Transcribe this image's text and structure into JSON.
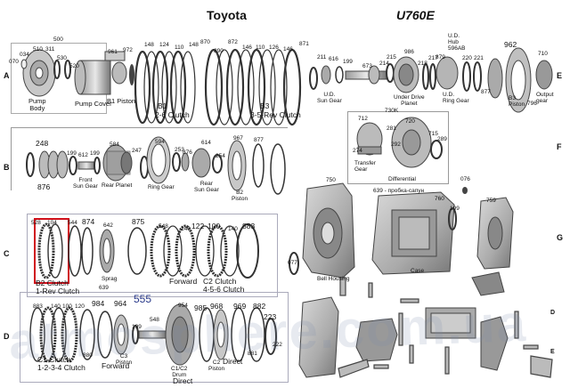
{
  "header": {
    "brand": "Toyota",
    "model": "U760E"
  },
  "row_markers": {
    "left": [
      "A",
      "B",
      "C",
      "D"
    ],
    "right": [
      "E",
      "F",
      "G",
      "D",
      "E"
    ]
  },
  "labels": {
    "pump_body": "Pump\nBody",
    "pump_cover": "Pump Cover",
    "b1_piston": "B1 Piston",
    "b1_clutch_title": "B1",
    "b1_clutch_sub": "2-6 Clutch",
    "b3_clutch_title": "B3",
    "b3_clutch_sub": "3-5-Rev Clutch",
    "ud_sun_gear": "U.D.\nSun Gear",
    "under_drive_planet": "Under Drive\nPlanet",
    "ud_hub": "U.D.\nHub\n596AB",
    "ud_ring_gear": "U.D.\nRing Gear",
    "b3_piston": "B3\nPiston",
    "output_gear": "Output\ngear",
    "front_sun_gear": "Front\nSun Gear",
    "rear_planet": "Rear Planet",
    "ring_gear": "Ring Gear",
    "rear_sun_gear": "Rear\nSun Gear",
    "b2_piston": "B2\nPiston",
    "transfer_gear": "Transfer\nGear",
    "differential": "Differential",
    "probka": "639 - пробка-сапун",
    "bell_housing": "Bell Housing",
    "case": "Case",
    "b2_clutch": "B2 Clutch\n1-Rev Clutch",
    "sprag": "Sprag",
    "forward": "Forward",
    "c2_clutch": "C2 Clutch\n4-5-6 Clutch",
    "c1_clutch": "C1 Clutch\n1-2-3-4 Clutch",
    "forward2": "Forward",
    "c3_piston": "C3\nPiston",
    "c1c2_drum": "C1/C2\nDrum",
    "direct": "Direct",
    "c2_piston": "C2\nPiston",
    "direct2": "Direct",
    "part_555": "555"
  },
  "part_numbers": {
    "row_a": [
      "500",
      "070",
      "034",
      "510",
      "311",
      "530",
      "520",
      "961",
      "972",
      "148",
      "124",
      "110",
      "148",
      "870",
      "890",
      "872",
      "146",
      "110",
      "126",
      "146",
      "871",
      "211",
      "616",
      "199",
      "673",
      "214",
      "215",
      "986",
      "218",
      "217",
      "879",
      "220",
      "221",
      "962",
      "710",
      "796"
    ],
    "row_a_misc": [
      "730K",
      "712",
      "281",
      "720",
      "715",
      "274",
      "289",
      "292",
      "877"
    ],
    "row_b": [
      "248",
      "199",
      "612",
      "199",
      "584",
      "247",
      "594",
      "253",
      "876",
      "614",
      "254",
      "967",
      "877",
      "876"
    ],
    "row_c": [
      "528",
      "104",
      "544",
      "874",
      "642",
      "639",
      "875",
      "548",
      "140",
      "122",
      "100",
      "140",
      "883"
    ],
    "row_d": [
      "883",
      "140",
      "100",
      "120",
      "984",
      "964",
      "880",
      "199",
      "548",
      "954",
      "985",
      "968",
      "969",
      "882",
      "223",
      "222",
      "881"
    ],
    "misc": [
      "076",
      "750",
      "077",
      "760",
      "199",
      "759",
      "962"
    ]
  }
}
